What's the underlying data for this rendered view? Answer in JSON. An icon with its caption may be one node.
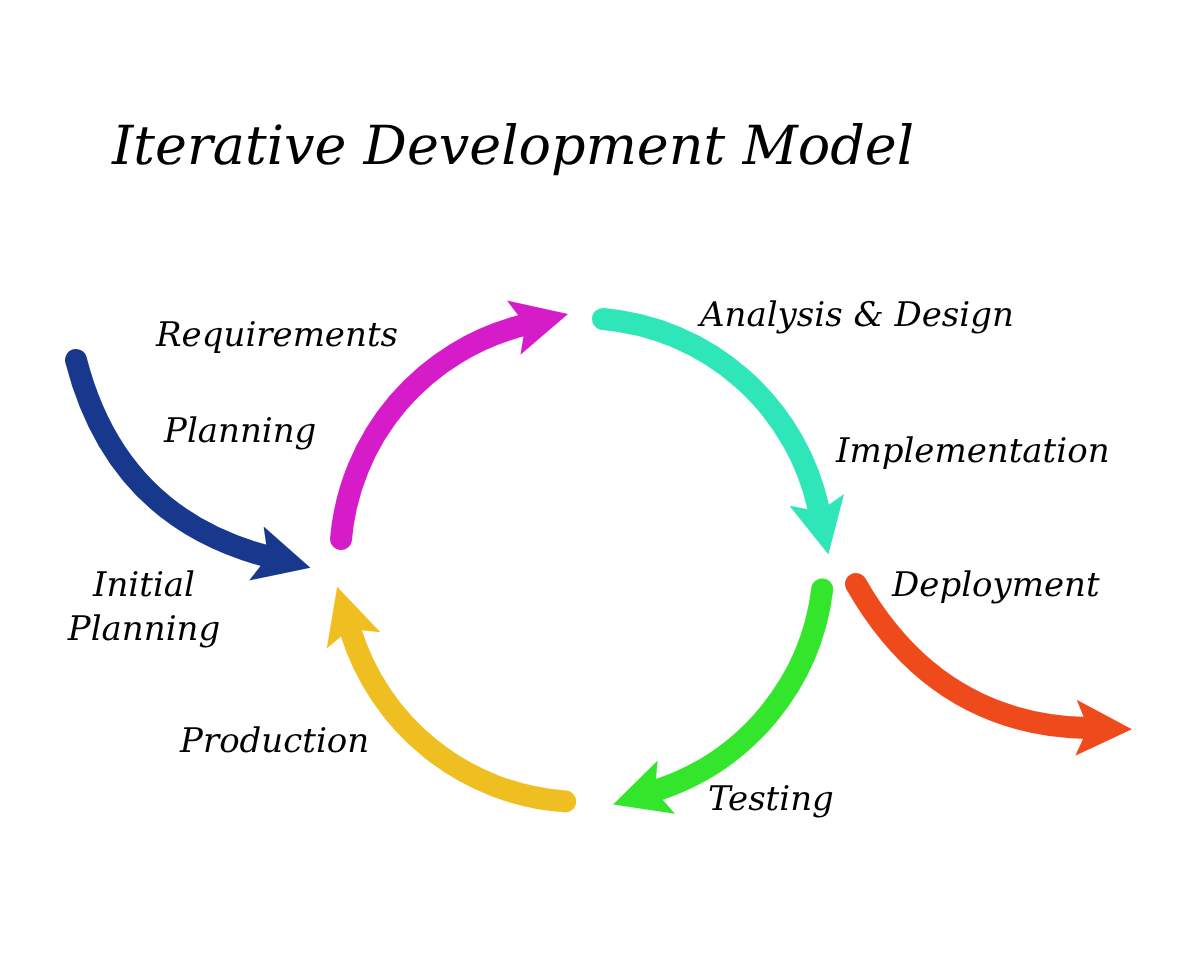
{
  "diagram": {
    "title": "Iterative Development Model",
    "labels": [
      "Analysis & Design",
      "Requirements",
      "Planning",
      "Implementation",
      "Deployment",
      "Initial Planning",
      "Production",
      "Testing"
    ]
  }
}
